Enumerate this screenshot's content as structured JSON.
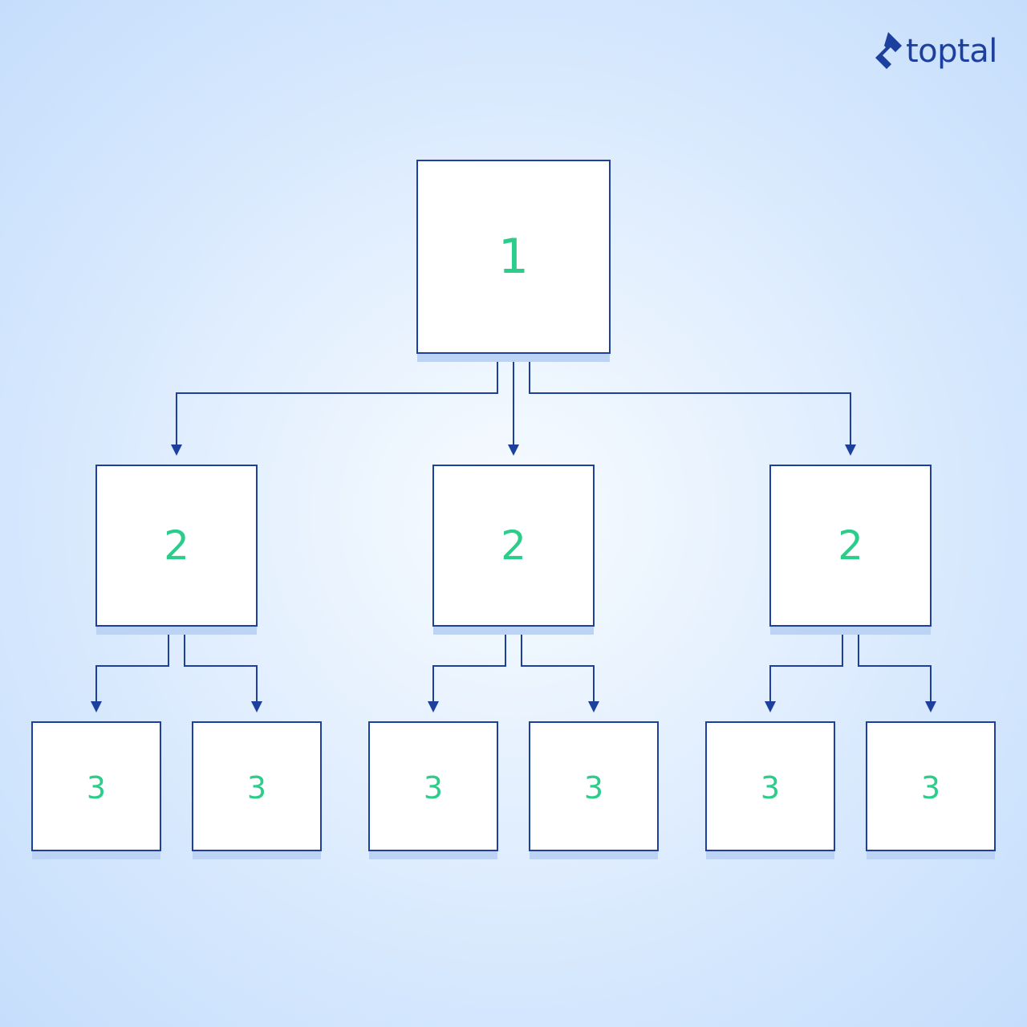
{
  "brand": {
    "logo_text": "toptal",
    "logo_icon": "toptal-diamond-icon",
    "color": "#1d3f9d"
  },
  "colors": {
    "box_border": "#1d3f9d",
    "label": "#2ccd8b",
    "shadow": "#bdd3f3"
  },
  "tree": {
    "root": {
      "label": "1",
      "children": [
        {
          "label": "2",
          "children": [
            {
              "label": "3"
            },
            {
              "label": "3"
            }
          ]
        },
        {
          "label": "2",
          "children": [
            {
              "label": "3"
            },
            {
              "label": "3"
            }
          ]
        },
        {
          "label": "2",
          "children": [
            {
              "label": "3"
            },
            {
              "label": "3"
            }
          ]
        }
      ]
    }
  }
}
